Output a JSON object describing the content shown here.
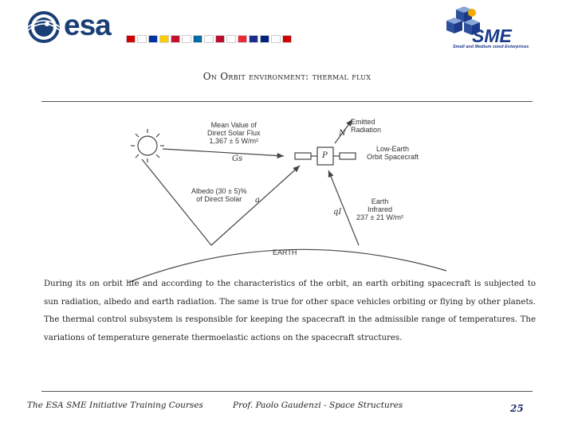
{
  "header": {
    "esa_logo_text": "esa",
    "sme_logo_text": "SME",
    "sme_tagline": "Small and Medium sized Enterprises",
    "flag_colors": [
      "#d00000",
      "#ffffff",
      "#0033a0",
      "#ffcc00",
      "#c8102e",
      "#ffffff",
      "#006aa7",
      "#ffffff",
      "#ba0c2f",
      "#ffffff",
      "#ed2939",
      "#1e2c8f",
      "#00247d",
      "#ffffff",
      "#cc0000"
    ]
  },
  "title": "On Orbit environment: thermal flux",
  "diagram": {
    "solar_flux_label": "Mean Value of\nDirect Solar Flux\n1,367 ± 5 W/m²",
    "gs_symbol": "Gs",
    "albedo_label": "Albedo (30 ± 5)%\nof Direct Solar",
    "a_symbol": "a",
    "emitted_label": "Emitted\nRadiation",
    "n_symbol": "N",
    "spacecraft_symbol": "P",
    "spacecraft_label": "Low-Earth\nOrbit Spacecraft",
    "infrared_label": "Earth\nInfrared\n237 ± 21 W/m²",
    "qi_symbol": "qI",
    "earth_label": "EARTH"
  },
  "body_text": "During its on orbit life and according to the characteristics of the orbit, an earth orbiting spacecraft is subjected to sun radiation, albedo and earth radiation. The same is true for other space vehicles orbiting or flying by other planets. The thermal control subsystem is responsible for keeping the spacecraft in the admissible range of temperatures. The  variations of temperature generate thermoelastic actions on the spacecraft structures.",
  "footer": {
    "left": "The ESA SME Initiative Training Courses",
    "middle": "Prof. Paolo Gaudenzi  -  Space Structures",
    "page": "25"
  }
}
